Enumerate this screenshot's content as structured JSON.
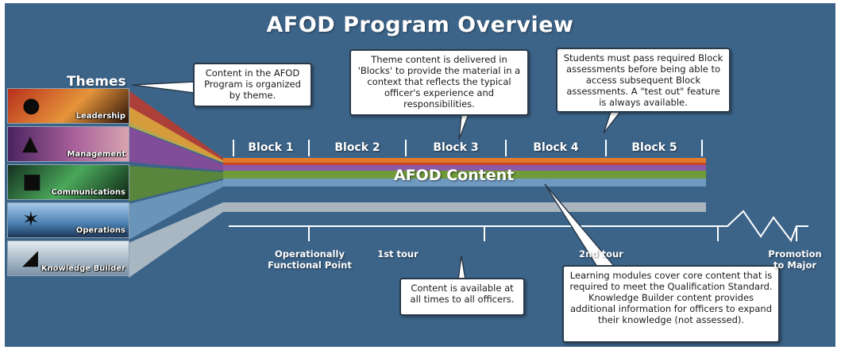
{
  "title": "AFOD Program Overview",
  "themes": {
    "heading": "Themes",
    "items": [
      {
        "label": "Leadership",
        "icon": "person-silhouette-icon"
      },
      {
        "label": "Management",
        "icon": "group-silhouette-icon"
      },
      {
        "label": "Communications",
        "icon": "soldier-silhouette-icon"
      },
      {
        "label": "Operations",
        "icon": "aircraft-burst-icon"
      },
      {
        "label": "Knowledge Builder",
        "icon": "structure-silhouette-icon"
      }
    ]
  },
  "callouts": {
    "themes": "Content in the AFOD Program is organized by theme.",
    "blocks": "Theme content is delivered in 'Blocks' to provide the material in a context that reflects the typical officer's experience and responsibilities.",
    "assessments": "Students must pass required Block assessments before being able to access subsequent Block assessments. A \"test out\" feature is always available.",
    "availability": "Content is available at all times to all officers.",
    "modules": "Learning modules cover core content that is required to meet the Qualification Standard. Knowledge Builder content provides additional information for officers to expand their knowledge (not assessed)."
  },
  "blocks": [
    "Block 1",
    "Block 2",
    "Block 3",
    "Block 4",
    "Block 5"
  ],
  "content_label": "AFOD Content",
  "timeline": {
    "ofp": "Operationally Functional Point",
    "tour1": "1st tour",
    "tour2": "2nd tour",
    "promotion": "Promotion to Major"
  },
  "colors": {
    "background": "#3c6489",
    "band_orange": "#e07a2a",
    "band_purple": "#8a5aa8",
    "band_green": "#6e9a3a",
    "band_blue": "#6f9ac0",
    "band_gray": "#aab5bf"
  }
}
